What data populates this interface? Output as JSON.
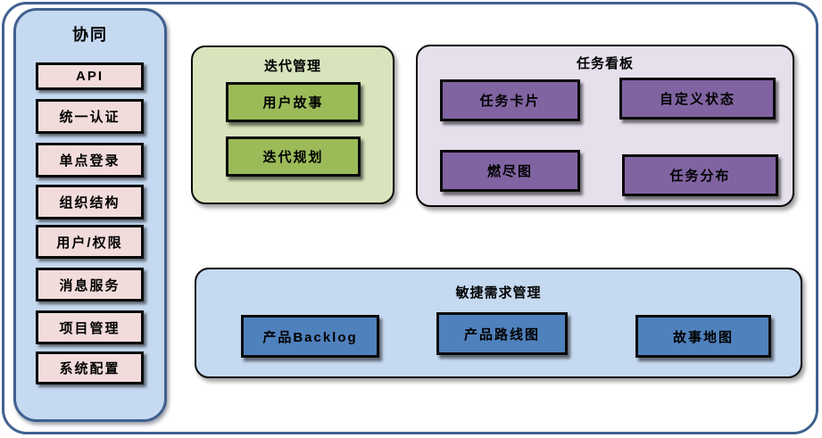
{
  "colors": {
    "frame_border": "#40618f",
    "item_border": "#0a0a0a",
    "sidebar_bg": "#c5d9f1",
    "sidebar_item_bg": "#f2dcdb",
    "iteration_panel_bg": "#d7e4bc",
    "iteration_item_bg": "#9bbb59",
    "taskboard_panel_bg": "#e5e0ec",
    "taskboard_item_bg": "#8064a2",
    "requirements_panel_bg": "#c5d9f1",
    "requirements_item_bg": "#4f81bd"
  },
  "sidebar": {
    "title": "协同",
    "items": [
      {
        "label": "API"
      },
      {
        "label": "统一认证"
      },
      {
        "label": "单点登录"
      },
      {
        "label": "组织结构"
      },
      {
        "label": "用户/权限"
      },
      {
        "label": "消息服务"
      },
      {
        "label": "项目管理"
      },
      {
        "label": "系统配置"
      }
    ]
  },
  "panels": {
    "iteration": {
      "title": "迭代管理",
      "items": [
        {
          "label": "用户故事"
        },
        {
          "label": "迭代规划"
        }
      ]
    },
    "taskboard": {
      "title": "任务看板",
      "items": [
        {
          "label": "任务卡片"
        },
        {
          "label": "自定义状态"
        },
        {
          "label": "燃尽图"
        },
        {
          "label": "任务分布"
        }
      ]
    },
    "requirements": {
      "title": "敏捷需求管理",
      "items": [
        {
          "label": "产品Backlog"
        },
        {
          "label": "产品路线图"
        },
        {
          "label": "故事地图"
        }
      ]
    }
  }
}
